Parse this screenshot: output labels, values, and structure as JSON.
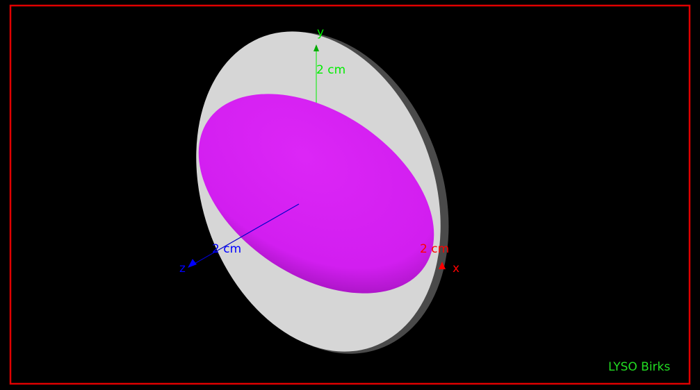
{
  "scene": {
    "title": "LYSO Birks",
    "colors": {
      "background": "#000000",
      "frame": "#e00000",
      "disk_face": "#d6d6d6",
      "disk_edge": "#4a4a4a",
      "crystal": "#d21ef0",
      "x_axis": "#ff0000",
      "y_axis": "#00ee00",
      "z_axis": "#0000ff",
      "title_text": "#22dd22"
    },
    "axes": {
      "x": {
        "name": "x",
        "scale_label": "2 cm"
      },
      "y": {
        "name": "y",
        "scale_label": "2 cm"
      },
      "z": {
        "name": "z",
        "scale_label": "2 cm"
      }
    }
  }
}
